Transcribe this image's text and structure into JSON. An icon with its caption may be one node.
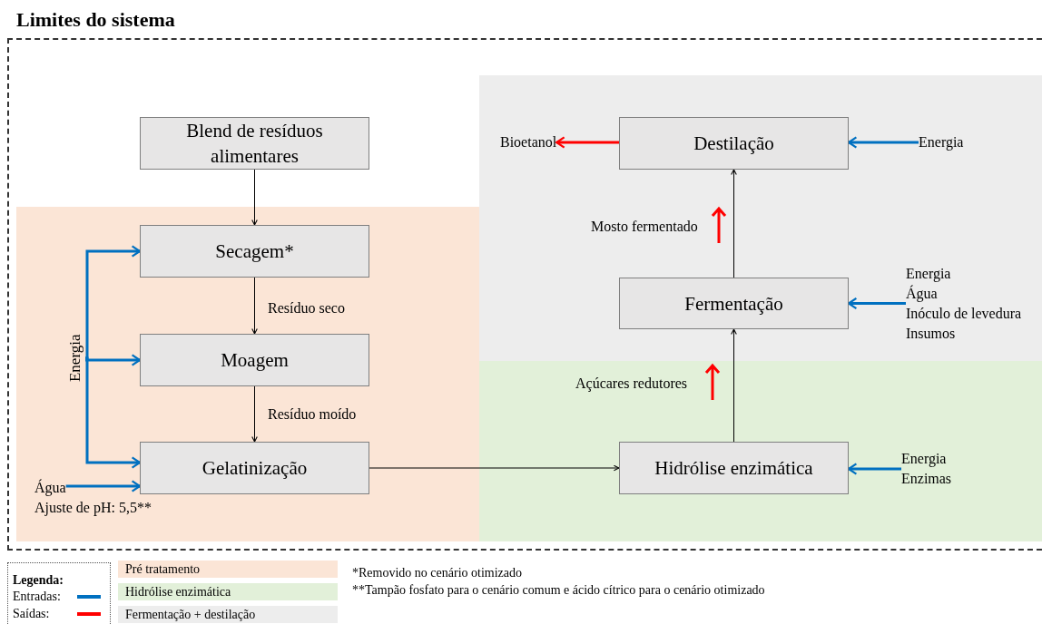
{
  "diagram": {
    "nodes": [
      {
        "text": [
          "Limites do sistema"
        ]
      },
      {
        "text": [
          "Blend de resíduos alimentares"
        ],
        "in": 0
      },
      {
        "text": [
          "Secagem*"
        ],
        "in": 0
      },
      {
        "text": [
          "Moagem"
        ],
        "in": 0
      },
      {
        "text": [
          "Gelatinização"
        ],
        "in": 0
      },
      {
        "text": [
          "Hidrólise enzimática"
        ],
        "in": 0
      },
      {
        "text": [
          "Fermentação"
        ],
        "in": 0
      },
      {
        "text": [
          "Destilação"
        ],
        "in": 0
      },
      {
        "text": [
          "Energia"
        ],
        "in": 0
      },
      {
        "text": [
          "Água"
        ],
        "in": 0
      },
      {
        "text": [
          "Energia"
        ],
        "in": 0
      },
      {
        "text": [
          "Energia",
          "Água",
          "Inóculo de levedura",
          "Insumos"
        ],
        "in": 0
      },
      {
        "text": [
          "Energia",
          "Enzimas"
        ],
        "in": 0
      },
      {
        "text": [
          "Bioetanol"
        ],
        "in": 0
      }
    ],
    "edges": [
      {
        "from": 1,
        "to": 2,
        "arrow": "to",
        "color": "#000000"
      },
      {
        "from": 2,
        "to": 3,
        "arrow": "to",
        "label": "Resíduo seco",
        "color": "#000000"
      },
      {
        "from": 3,
        "to": 4,
        "arrow": "to",
        "label": "Resíduo moído",
        "color": "#000000"
      },
      {
        "from": 4,
        "to": 5,
        "arrow": "to",
        "color": "#000000"
      },
      {
        "from": 5,
        "to": 6,
        "arrow": "to",
        "label": "Açúcares redutores",
        "color": "#000000"
      },
      {
        "from": 6,
        "to": 7,
        "arrow": "to",
        "label": "Mosto fermentado",
        "color": "#000000"
      },
      {
        "from": 7,
        "to": 13,
        "arrow": "to",
        "color": "#ff0000"
      },
      {
        "from": 10,
        "to": 7,
        "arrow": "to"
      },
      {
        "from": 11,
        "to": 6,
        "arrow": "to"
      },
      {
        "from": 12,
        "to": 5,
        "arrow": "to"
      },
      {
        "from": 8,
        "to": 2,
        "arrow": "to"
      },
      {
        "from": 8,
        "to": 3,
        "arrow": "to"
      },
      {
        "from": 8,
        "to": 4,
        "arrow": "to"
      },
      {
        "from": 9,
        "to": 4,
        "arrow": "to"
      }
    ],
    "labels": [
      "Ajuste de pH: 5,5**",
      "Legenda:",
      "*Removido no cenário otimizado",
      "**Tampão fosfato para o cenário comum e ácido cítrico para o cenário otimizado"
    ],
    "legend": [
      {
        "text": "Entradas:",
        "color": "#0070c0"
      },
      {
        "text": "Saídas:",
        "color": "#ff0000"
      },
      {
        "text": "Pré tratamento",
        "color": "#fbe5d6"
      },
      {
        "text": "Hidrólise enzimática",
        "color": "#e2f0d9"
      },
      {
        "text": "Fermentação + destilação",
        "color": "#ededed"
      }
    ]
  }
}
